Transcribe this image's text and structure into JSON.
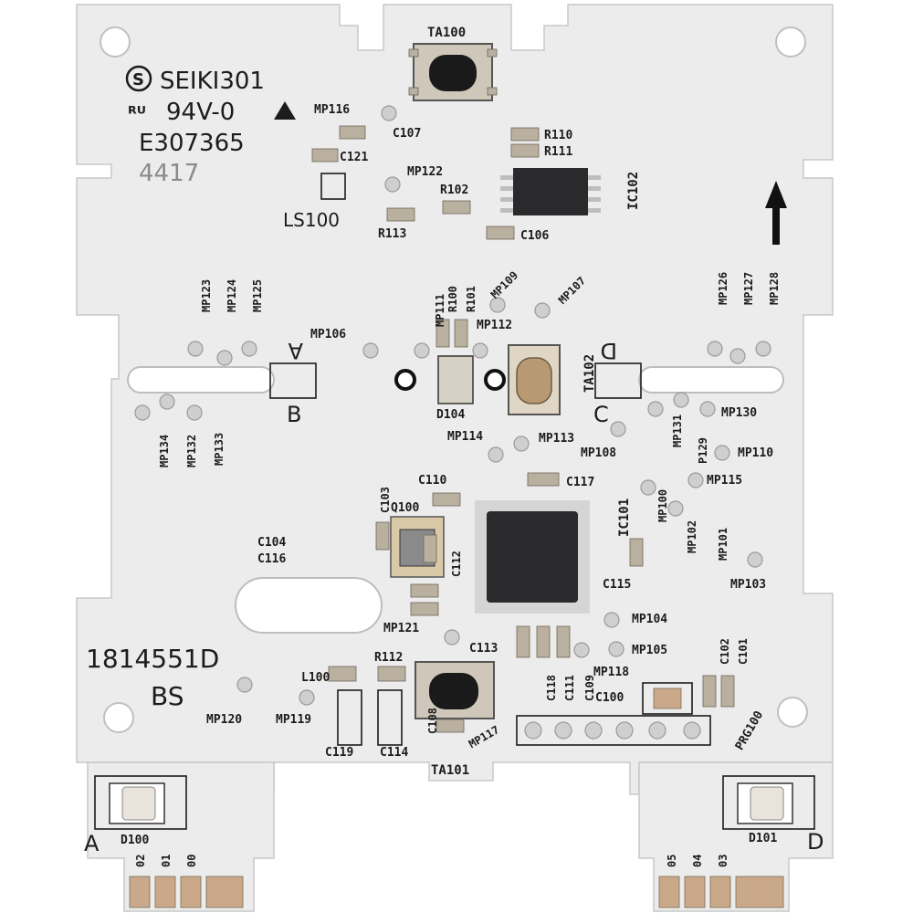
{
  "board": {
    "material": "SEIKI301",
    "ul_rating": "94V-0",
    "ul_file": "E307365",
    "date_code": "4417",
    "part_number": "1814551D",
    "revision": "BS",
    "colors": {
      "board": "#ececec",
      "silkscreen": "#1c1c1c",
      "ic": "#2a2a2c",
      "copper": "#c9a98a"
    }
  },
  "pad_letters": {
    "a_top": "A",
    "b": "B",
    "c": "C",
    "d_top": "D",
    "a_bottom": "A",
    "d_bottom": "D"
  },
  "designators": {
    "ta100": "TA100",
    "ta101": "TA101",
    "ta102": "TA102",
    "ic101": "IC101",
    "ic102": "IC102",
    "q100": "Q100",
    "ls100": "LS100",
    "l100": "L100",
    "d100": "D100",
    "d101": "D101",
    "d104": "D104",
    "prg100": "PRG100",
    "r100": "R100",
    "r101": "R101",
    "r102": "R102",
    "r110": "R110",
    "r111": "R111",
    "r112": "R112",
    "r113": "R113",
    "c100": "C100",
    "c101": "C101",
    "c102": "C102",
    "c103": "C103",
    "c104": "C104",
    "c106": "C106",
    "c107": "C107",
    "c108": "C108",
    "c109": "C109",
    "c110": "C110",
    "c111": "C111",
    "c112": "C112",
    "c113": "C113",
    "c114": "C114",
    "c115": "C115",
    "c116": "C116",
    "c117": "C117",
    "c118": "C118",
    "c119": "C119",
    "c121": "C121",
    "mp101": "MP101",
    "mp102": "MP102",
    "mp103": "MP103",
    "mp104": "MP104",
    "mp105": "MP105",
    "mp106": "MP106",
    "mp107": "MP107",
    "mp108": "MP108",
    "mp109": "MP109",
    "mp110": "MP110",
    "mp111": "MP111",
    "mp112": "MP112",
    "mp113": "MP113",
    "mp114": "MP114",
    "mp115": "MP115",
    "mp116": "MP116",
    "mp117": "MP117",
    "mp118": "MP118",
    "mp119": "MP119",
    "mp120": "MP120",
    "mp121": "MP121",
    "mp122": "MP122",
    "mp123": "MP123",
    "mp124": "MP124",
    "mp125": "MP125",
    "mp126": "MP126",
    "mp127": "MP127",
    "mp128": "MP128",
    "mp129": "P129",
    "mp130": "MP130",
    "mp131": "MP131",
    "mp132": "MP132",
    "mp133": "MP133",
    "mp134": "MP134",
    "mp100": "MP100",
    "out_02": "02",
    "out_01": "01",
    "out_00": "00",
    "out_05": "05",
    "out_04": "04",
    "out_03": "03"
  }
}
